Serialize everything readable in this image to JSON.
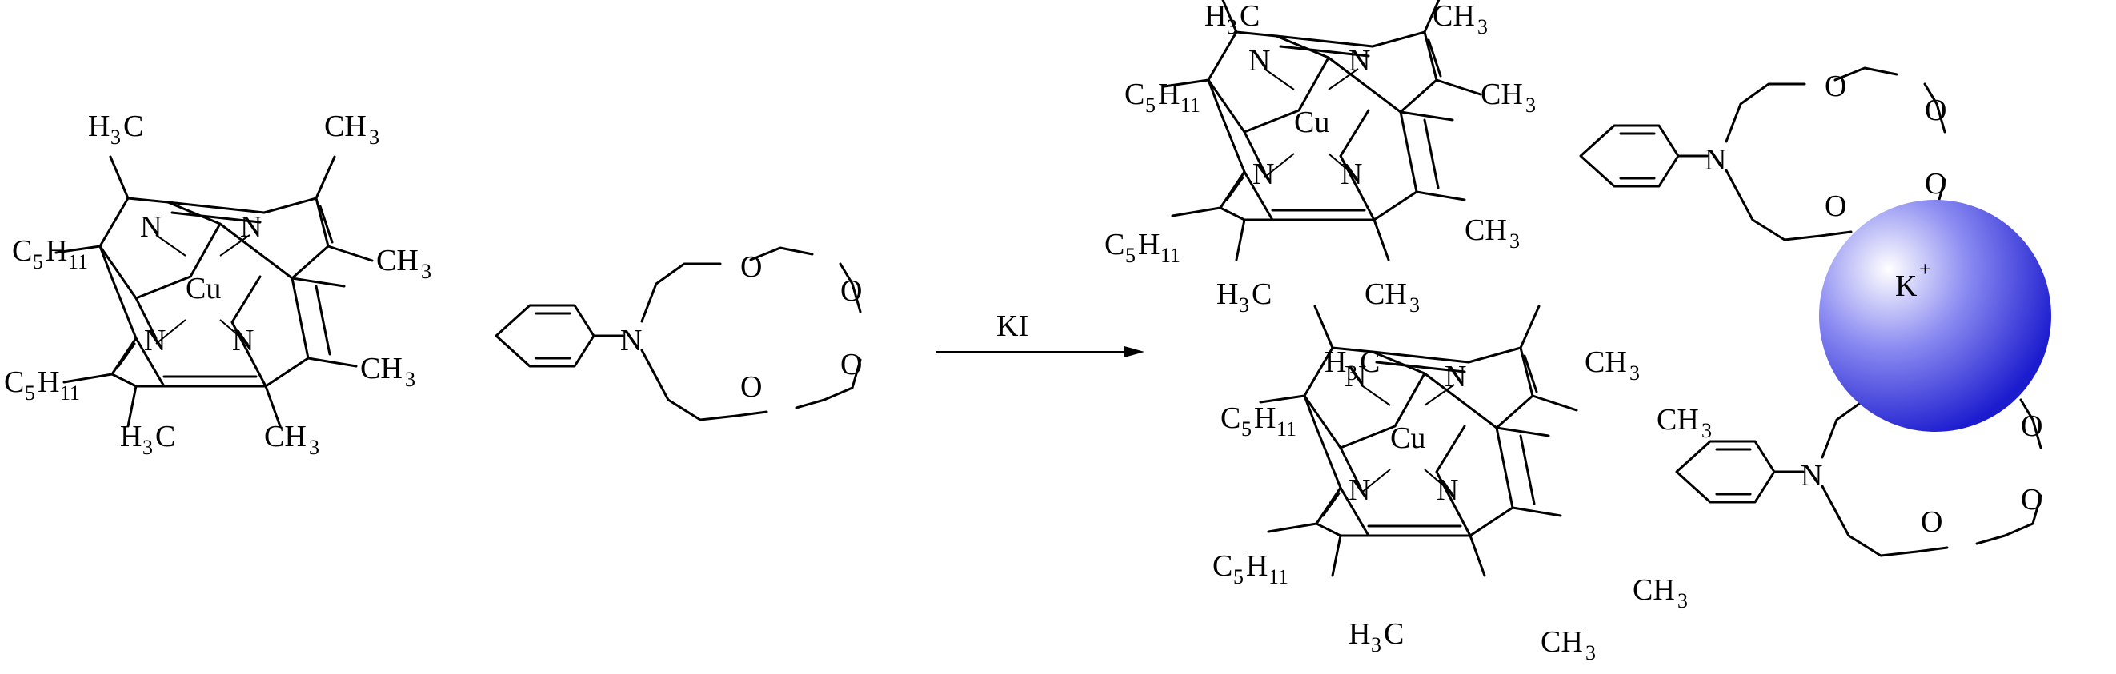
{
  "reagent": "KI",
  "ion": {
    "symbol": "K",
    "charge": "+"
  },
  "atoms": {
    "cu": "Cu",
    "n": "N",
    "o": "O",
    "c5h11": {
      "c": "C",
      "five": "5",
      "h": "H",
      "eleven": "11"
    },
    "h3c": {
      "h": "H",
      "three": "3",
      "c": "C"
    },
    "ch3": {
      "ch": "CH",
      "three": "3"
    }
  },
  "colors": {
    "line": "#000000",
    "sphere_highlight": "#ffffff",
    "sphere_mid": "#8c8cf2",
    "sphere_edge": "#1c1ccf"
  }
}
